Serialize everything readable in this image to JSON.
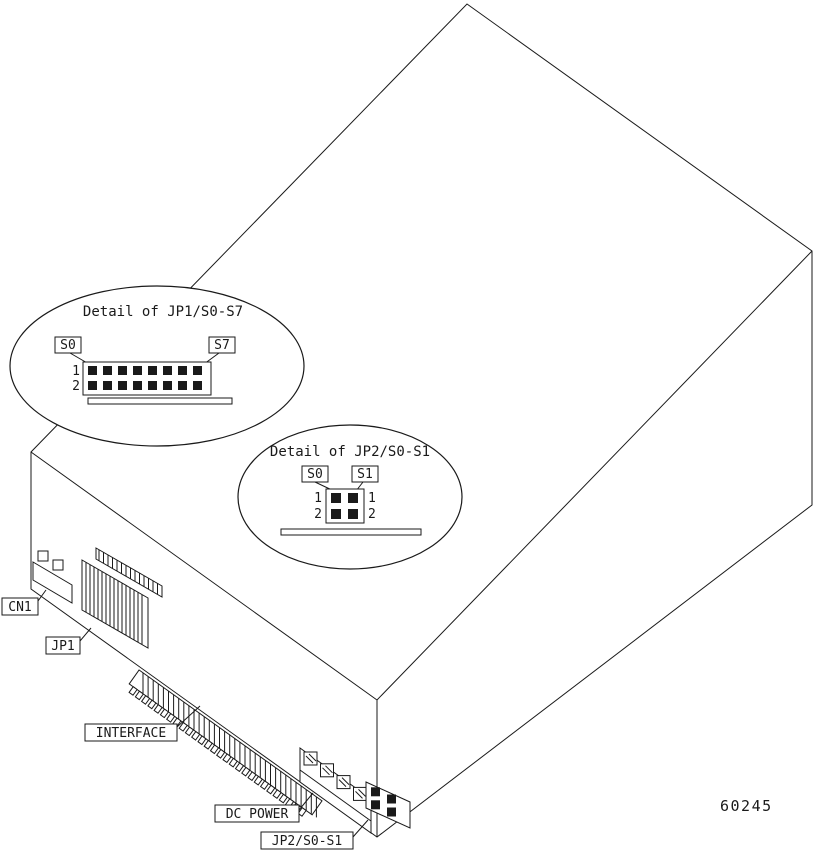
{
  "figure": {
    "number": "60245",
    "background": "#ffffff",
    "line_color": "#1a1a1a"
  },
  "connector_labels": {
    "cn1": "CN1",
    "jp1": "JP1",
    "interface": "INTERFACE",
    "dc_power": "DC POWER",
    "jp2_s0_s1": "JP2/S0-S1"
  },
  "detail_jp1": {
    "title": "Detail of JP1/S0-S7",
    "first_pin_label": "S0",
    "last_pin_label": "S7",
    "row_labels_left": [
      "1",
      "2"
    ],
    "pin_rows": 2,
    "pin_cols": 8
  },
  "detail_jp2": {
    "title": "Detail of JP2/S0-S1",
    "first_pin_label": "S0",
    "last_pin_label": "S1",
    "row_labels_left": [
      "1",
      "2"
    ],
    "row_labels_right": [
      "1",
      "2"
    ],
    "pin_rows": 2,
    "pin_cols": 2
  }
}
